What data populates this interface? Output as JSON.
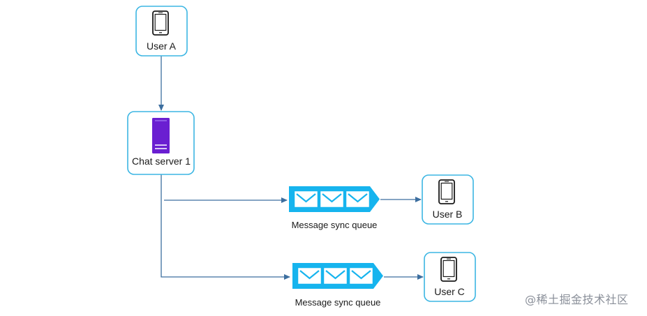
{
  "colors": {
    "box_border": "#3cb6e3",
    "arrow": "#3c6e9f",
    "queue_fill": "#16b4ee",
    "server_fill": "#6a1fd1",
    "phone_stroke": "#1a1a1a"
  },
  "nodes": {
    "user_a": {
      "label": "User A",
      "icon": "smartphone-icon"
    },
    "chat_server": {
      "label": "Chat server 1",
      "icon": "server-icon"
    },
    "user_b": {
      "label": "User B",
      "icon": "smartphone-icon"
    },
    "user_c": {
      "label": "User C",
      "icon": "smartphone-icon"
    }
  },
  "queues": [
    {
      "label": "Message sync queue",
      "icon": "envelope-icon",
      "message_count": 3
    },
    {
      "label": "Message sync queue",
      "icon": "envelope-icon",
      "message_count": 3
    }
  ],
  "watermark": "@稀土掘金技术社区"
}
